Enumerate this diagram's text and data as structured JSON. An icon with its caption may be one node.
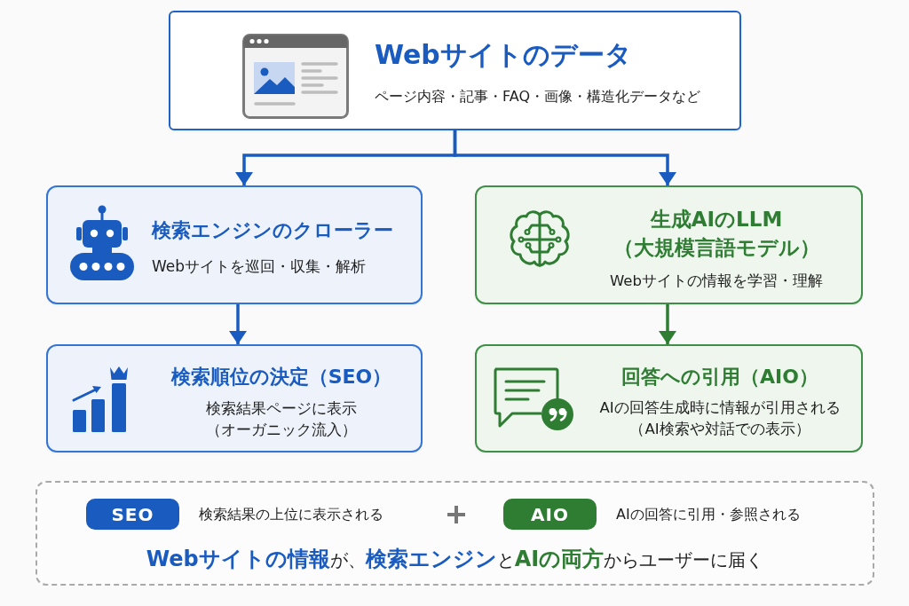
{
  "diagram": {
    "nodes": [
      {
        "text": [
          "Webサイトのデータ",
          "ページ内容・記事・FAQ・画像・構造化データなど"
        ]
      },
      {
        "text": [
          "検索エンジンのクローラー",
          "Webサイトを巡回・収集・解析"
        ]
      },
      {
        "text": [
          "生成AIのLLM（大規模言語モデル）",
          "Webサイトの情報を学習・理解"
        ]
      },
      {
        "text": [
          "検索順位の決定（SEO）",
          "検索結果ページに表示（オーガニック流入）"
        ]
      },
      {
        "text": [
          "回答への引用（AIO）",
          "AIの回答生成時に情報が引用される（AI検索や対話での表示）"
        ]
      },
      {
        "text": [
          "**Webサイトの情報**が、**検索エンジン**と**AIの両方**からユーザーに届く"
        ]
      },
      {
        "text": [
          "SEO"
        ],
        "in": 5,
        "beside": [
          "検索結果の上位に表示される"
        ]
      },
      {
        "text": [
          "AIO"
        ],
        "in": 5,
        "beside": [
          "AIの回答に引用・参照される"
        ]
      }
    ],
    "edges": [
      {
        "from": 0,
        "to": 1,
        "arrow": "to"
      },
      {
        "from": 0,
        "to": 2,
        "arrow": "to"
      },
      {
        "from": 1,
        "to": 3,
        "arrow": "to"
      },
      {
        "from": 2,
        "to": 4,
        "arrow": "to",
        "color": "#2e7d32"
      }
    ]
  }
}
